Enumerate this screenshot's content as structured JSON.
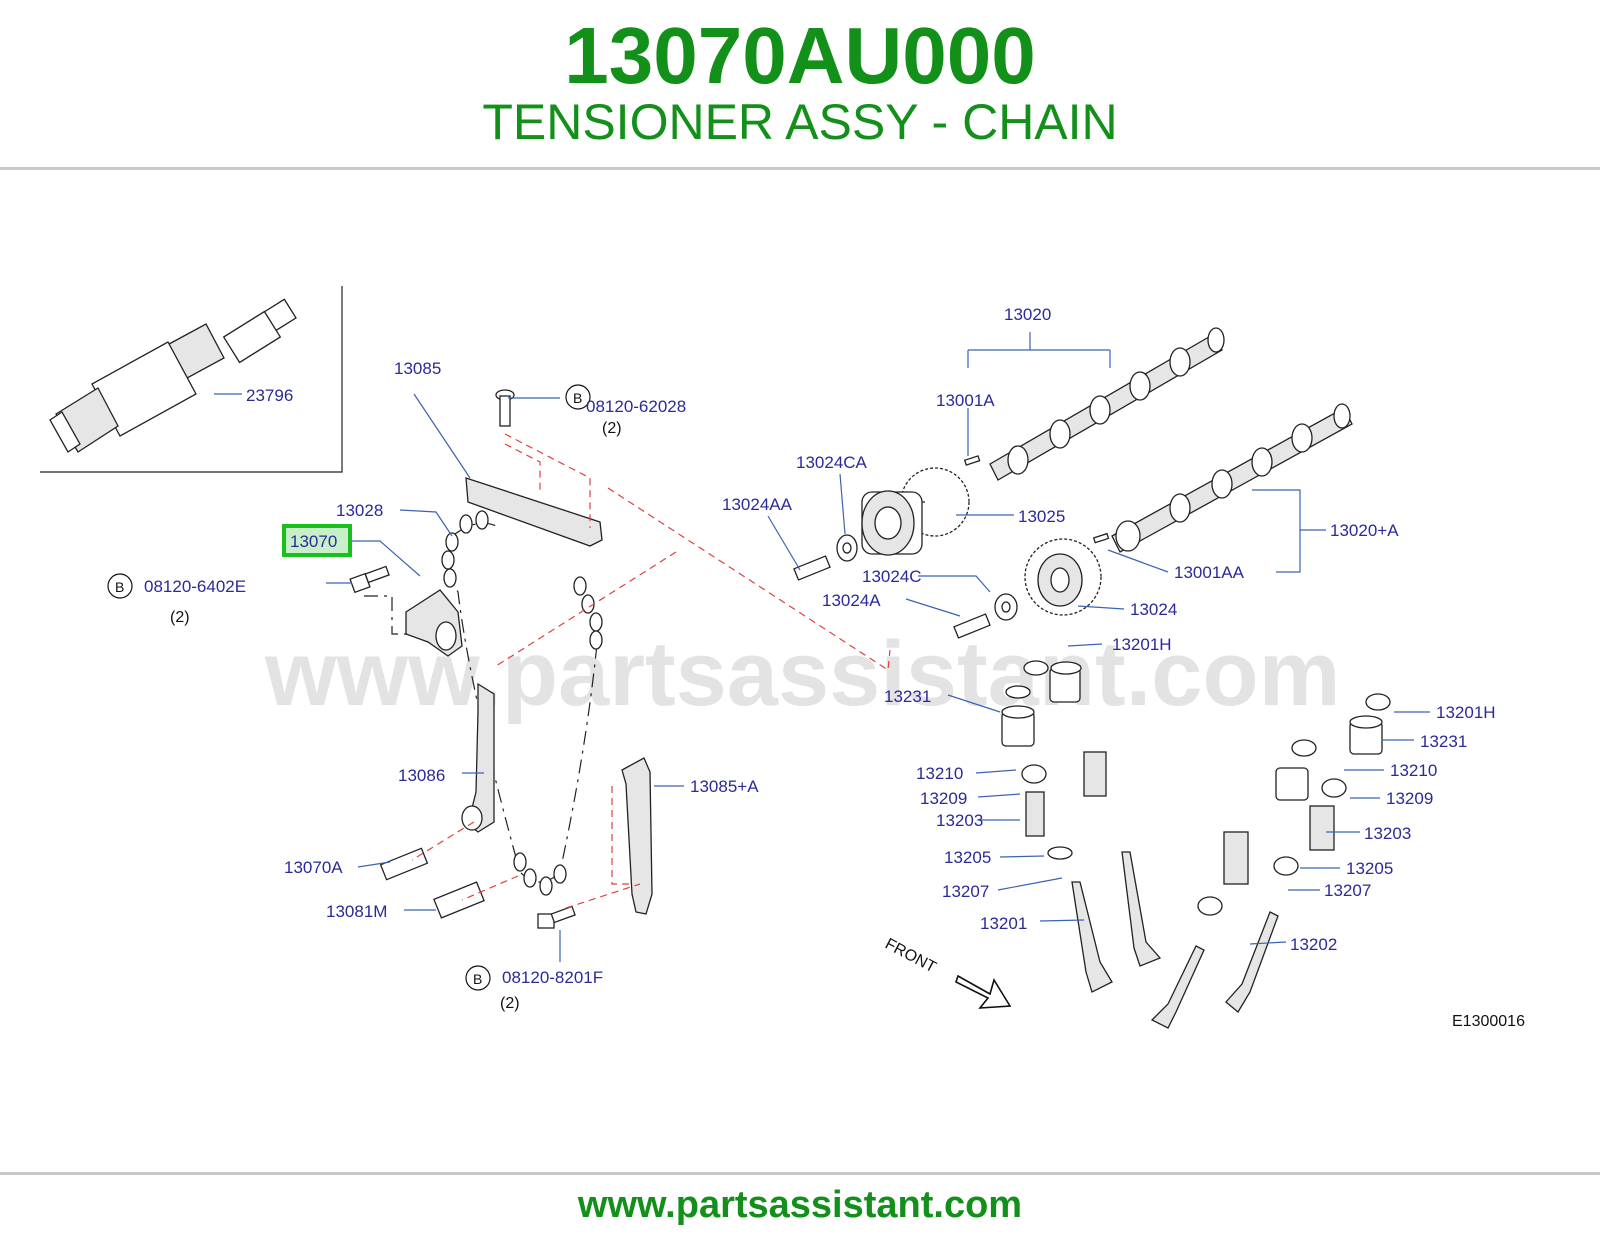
{
  "header": {
    "part_number": "13070AU000",
    "title": "TENSIONER ASSY - CHAIN"
  },
  "diagram": {
    "watermark": "www.partsassistant.com",
    "code": "E1300016",
    "front_label": "FRONT",
    "highlighted": "13070",
    "labels": {
      "l13020": "13020",
      "l13001A": "13001A",
      "l13024CA": "13024CA",
      "l13025": "13025",
      "l13024AA": "13024AA",
      "l13020A": "13020+A",
      "l13001AA": "13001AA",
      "l13024C": "13024C",
      "l13024A": "13024A",
      "l13024": "13024",
      "l13201H_1": "13201H",
      "l13231_1": "13231",
      "l13201H_2": "13201H",
      "l13231_2": "13231",
      "l13210_1": "13210",
      "l13210_2": "13210",
      "l13209_1": "13209",
      "l13209_2": "13209",
      "l13203_1": "13203",
      "l13203_2": "13203",
      "l13205_1": "13205",
      "l13205_2": "13205",
      "l13207_1": "13207",
      "l13207_2": "13207",
      "l13201": "13201",
      "l13202": "13202",
      "l23796": "23796",
      "l13085": "13085",
      "l13028": "13028",
      "l13086": "13086",
      "l13085A": "13085+A",
      "l13070A": "13070A",
      "l13081M": "13081M"
    },
    "bolts": [
      {
        "id": "b1",
        "mark": "B",
        "part": "08120-62028",
        "qty": "(2)"
      },
      {
        "id": "b2",
        "mark": "B",
        "part": "08120-6402E",
        "qty": "(2)"
      },
      {
        "id": "b3",
        "mark": "B",
        "part": "08120-8201F",
        "qty": "(2)"
      }
    ]
  },
  "footer": {
    "url": "www.partsassistant.com"
  },
  "colors": {
    "brand": "#13901a",
    "label": "#2a2a9a",
    "leader": "#3b63b5",
    "highlight": "#1bbf1b"
  }
}
